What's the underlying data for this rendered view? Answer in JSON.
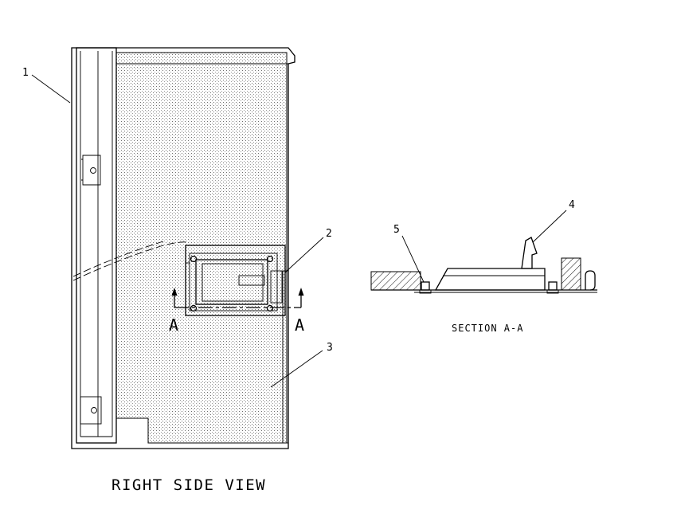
{
  "views": {
    "right_side_title": "RIGHT SIDE VIEW",
    "section_title": "SECTION A-A"
  },
  "section_markers": {
    "left": "A",
    "right": "A"
  },
  "callouts": {
    "c1": "1",
    "c2": "2",
    "c3": "3",
    "c4": "4",
    "c5": "5"
  }
}
